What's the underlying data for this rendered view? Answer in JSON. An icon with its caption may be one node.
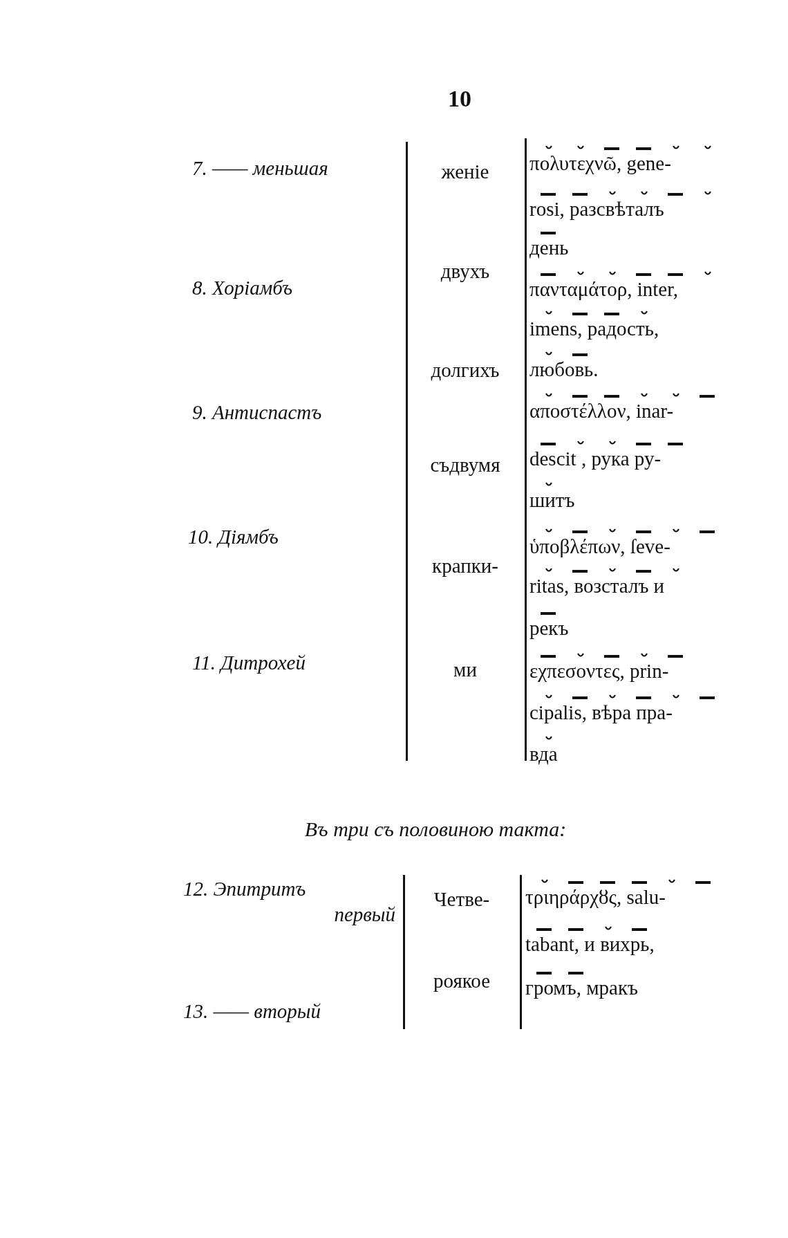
{
  "diagram": {
    "labels": [
      "10",
      "7. —— меньшая",
      "женіе",
      "πολυτεχνῶ, gene-",
      "rosi, разсвѣталъ",
      "день",
      "8. Хоріамбъ",
      "двухъ",
      "πανταμάτορ, inter,",
      "imens, радость,",
      "долгихъ",
      "любовь.",
      "9. Антиспастъ",
      "αποστέλλον, inar-",
      "съдвумя",
      "descit , рука ру-",
      "шитъ",
      "10. Діямбъ",
      "ὑποβλέπων, ſeve-",
      "крапки-",
      "ritas, возсталъ и",
      "рекъ",
      "11. Дитрохей",
      "ми",
      "εχπεσοντες, prin-",
      "cipalis, вѣра пра-",
      "вда",
      "Въ три съ половиною такта:",
      "12. Эпитритъ",
      "первый",
      "Четве-",
      "τριηράρχȣς, salu-",
      "tabant, и вихрь,",
      "роякое",
      "громъ, мракъ",
      "13. —— вторый"
    ]
  }
}
